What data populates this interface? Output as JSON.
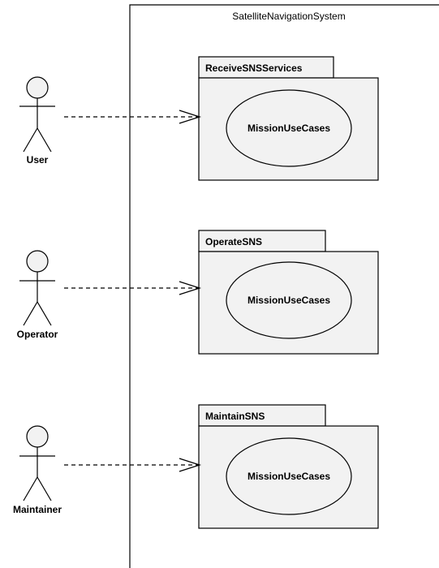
{
  "system": {
    "name": "SatelliteNavigationSystem"
  },
  "actors": [
    {
      "name": "User"
    },
    {
      "name": "Operator"
    },
    {
      "name": "Maintainer"
    }
  ],
  "packages": [
    {
      "name": "ReceiveSNSServices",
      "use_case": "MissionUseCases"
    },
    {
      "name": "OperateSNS",
      "use_case": "MissionUseCases"
    },
    {
      "name": "MaintainSNS",
      "use_case": "MissionUseCases"
    }
  ],
  "connections": [
    {
      "from": "User",
      "to": "ReceiveSNSServices",
      "style": "dashed-open-arrow"
    },
    {
      "from": "Operator",
      "to": "OperateSNS",
      "style": "dashed-open-arrow"
    },
    {
      "from": "Maintainer",
      "to": "MaintainSNS",
      "style": "dashed-open-arrow"
    }
  ],
  "colors": {
    "line": "#000000",
    "fill": "#f2f2f2",
    "background": "#ffffff"
  }
}
